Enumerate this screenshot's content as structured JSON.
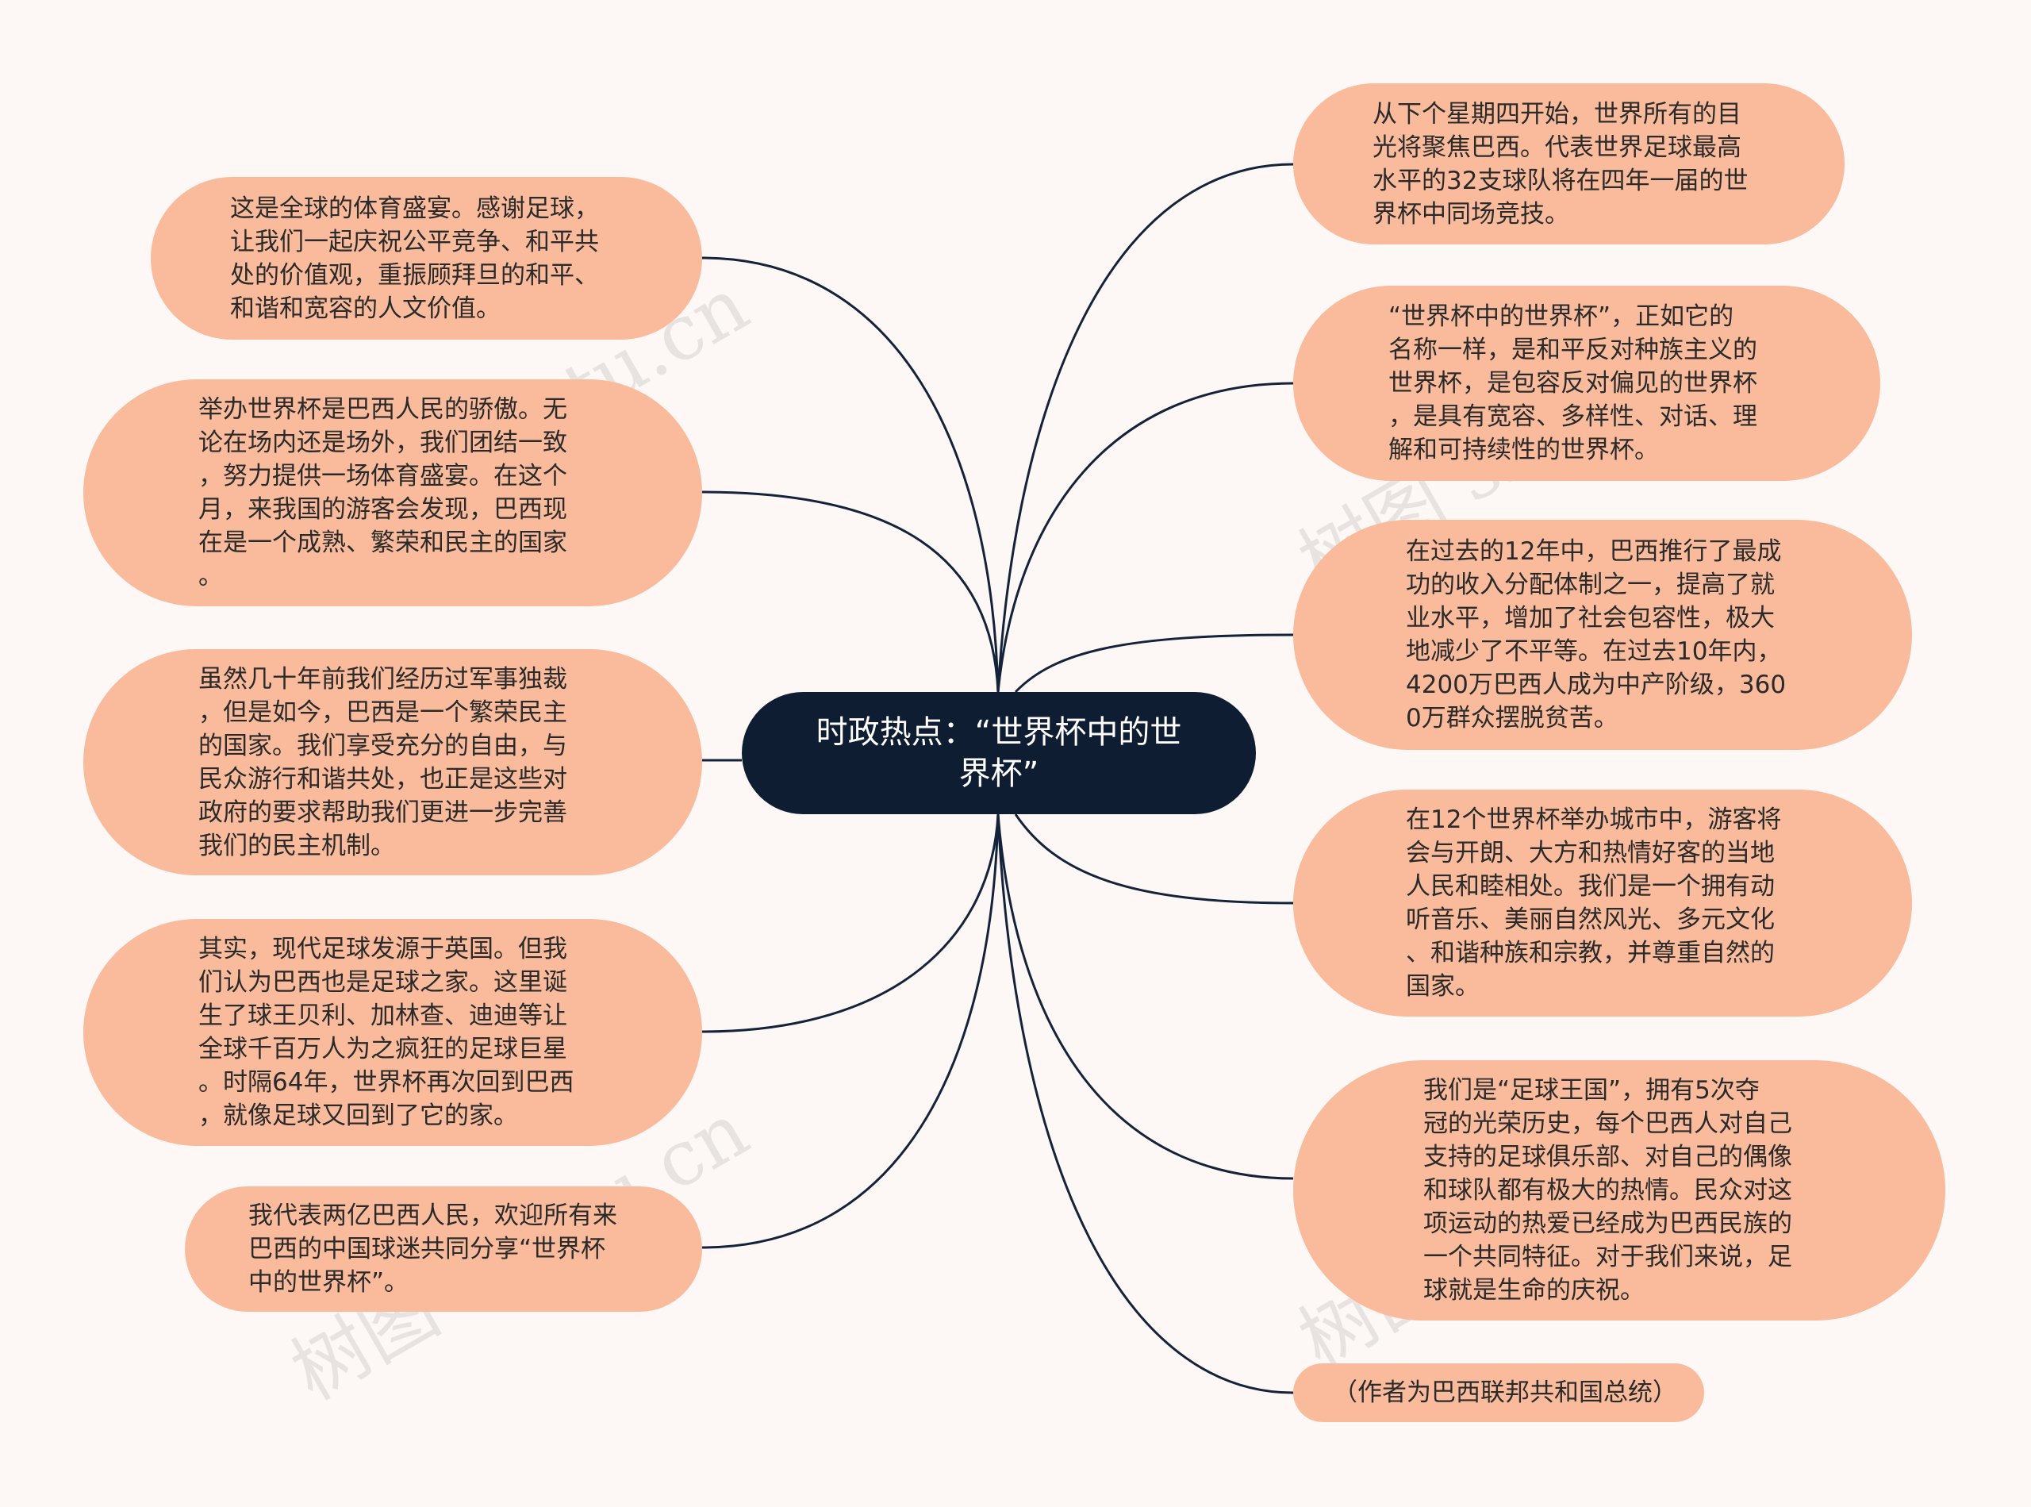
{
  "center": {
    "title": "时政热点：“世界杯中的世\n界杯”"
  },
  "left_nodes": [
    {
      "text": "这是全球的体育盛宴。感谢足球，\n让我们一起庆祝公平竞争、和平共\n处的价值观，重振顾拜旦的和平、\n和谐和宽容的人文价值。"
    },
    {
      "text": "举办世界杯是巴西人民的骄傲。无\n论在场内还是场外，我们团结一致\n，努力提供一场体育盛宴。在这个\n月，来我国的游客会发现，巴西现\n在是一个成熟、繁荣和民主的国家\n。"
    },
    {
      "text": "虽然几十年前我们经历过军事独裁\n，但是如今，巴西是一个繁荣民主\n的国家。我们享受充分的自由，与\n民众游行和谐共处，也正是这些对\n政府的要求帮助我们更进一步完善\n我们的民主机制。"
    },
    {
      "text": "其实，现代足球发源于英国。但我\n们认为巴西也是足球之家。这里诞\n生了球王贝利、加林查、迪迪等让\n全球千百万人为之疯狂的足球巨星\n。时隔64年，世界杯再次回到巴西\n，就像足球又回到了它的家。"
    },
    {
      "text": "我代表两亿巴西人民，欢迎所有来\n巴西的中国球迷共同分享“世界杯\n中的世界杯”。"
    }
  ],
  "right_nodes": [
    {
      "text": "从下个星期四开始，世界所有的目\n光将聚焦巴西。代表世界足球最高\n水平的32支球队将在四年一届的世\n界杯中同场竞技。"
    },
    {
      "text": "“世界杯中的世界杯”，正如它的\n名称一样，是和平反对种族主义的\n世界杯，是包容反对偏见的世界杯\n，是具有宽容、多样性、对话、理\n解和可持续性的世界杯。"
    },
    {
      "text": "在过去的12年中，巴西推行了最成\n功的收入分配体制之一，提高了就\n业水平，增加了社会包容性，极大\n地减少了不平等。在过去10年内，\n4200万巴西人成为中产阶级，360\n0万群众摆脱贫苦。"
    },
    {
      "text": "在12个世界杯举办城市中，游客将\n会与开朗、大方和热情好客的当地\n人民和睦相处。我们是一个拥有动\n听音乐、美丽自然风光、多元文化\n、和谐种族和宗教，并尊重自然的\n国家。"
    },
    {
      "text": "我们是“足球王国”，拥有5次夺\n冠的光荣历史，每个巴西人对自己\n支持的足球俱乐部、对自己的偶像\n和球队都有极大的热情。民众对这\n项运动的热爱已经成为巴西民族的\n一个共同特征。对于我们来说，足\n球就是生命的庆祝。"
    },
    {
      "text": "（作者为巴西联邦共和国总统）"
    }
  ],
  "watermark": {
    "text": "树图 shutu.cn"
  },
  "colors": {
    "node_fill": "#f9bb9c",
    "center_fill": "#0f1d33",
    "line": "#14233a",
    "background": "#fdf8f6"
  }
}
